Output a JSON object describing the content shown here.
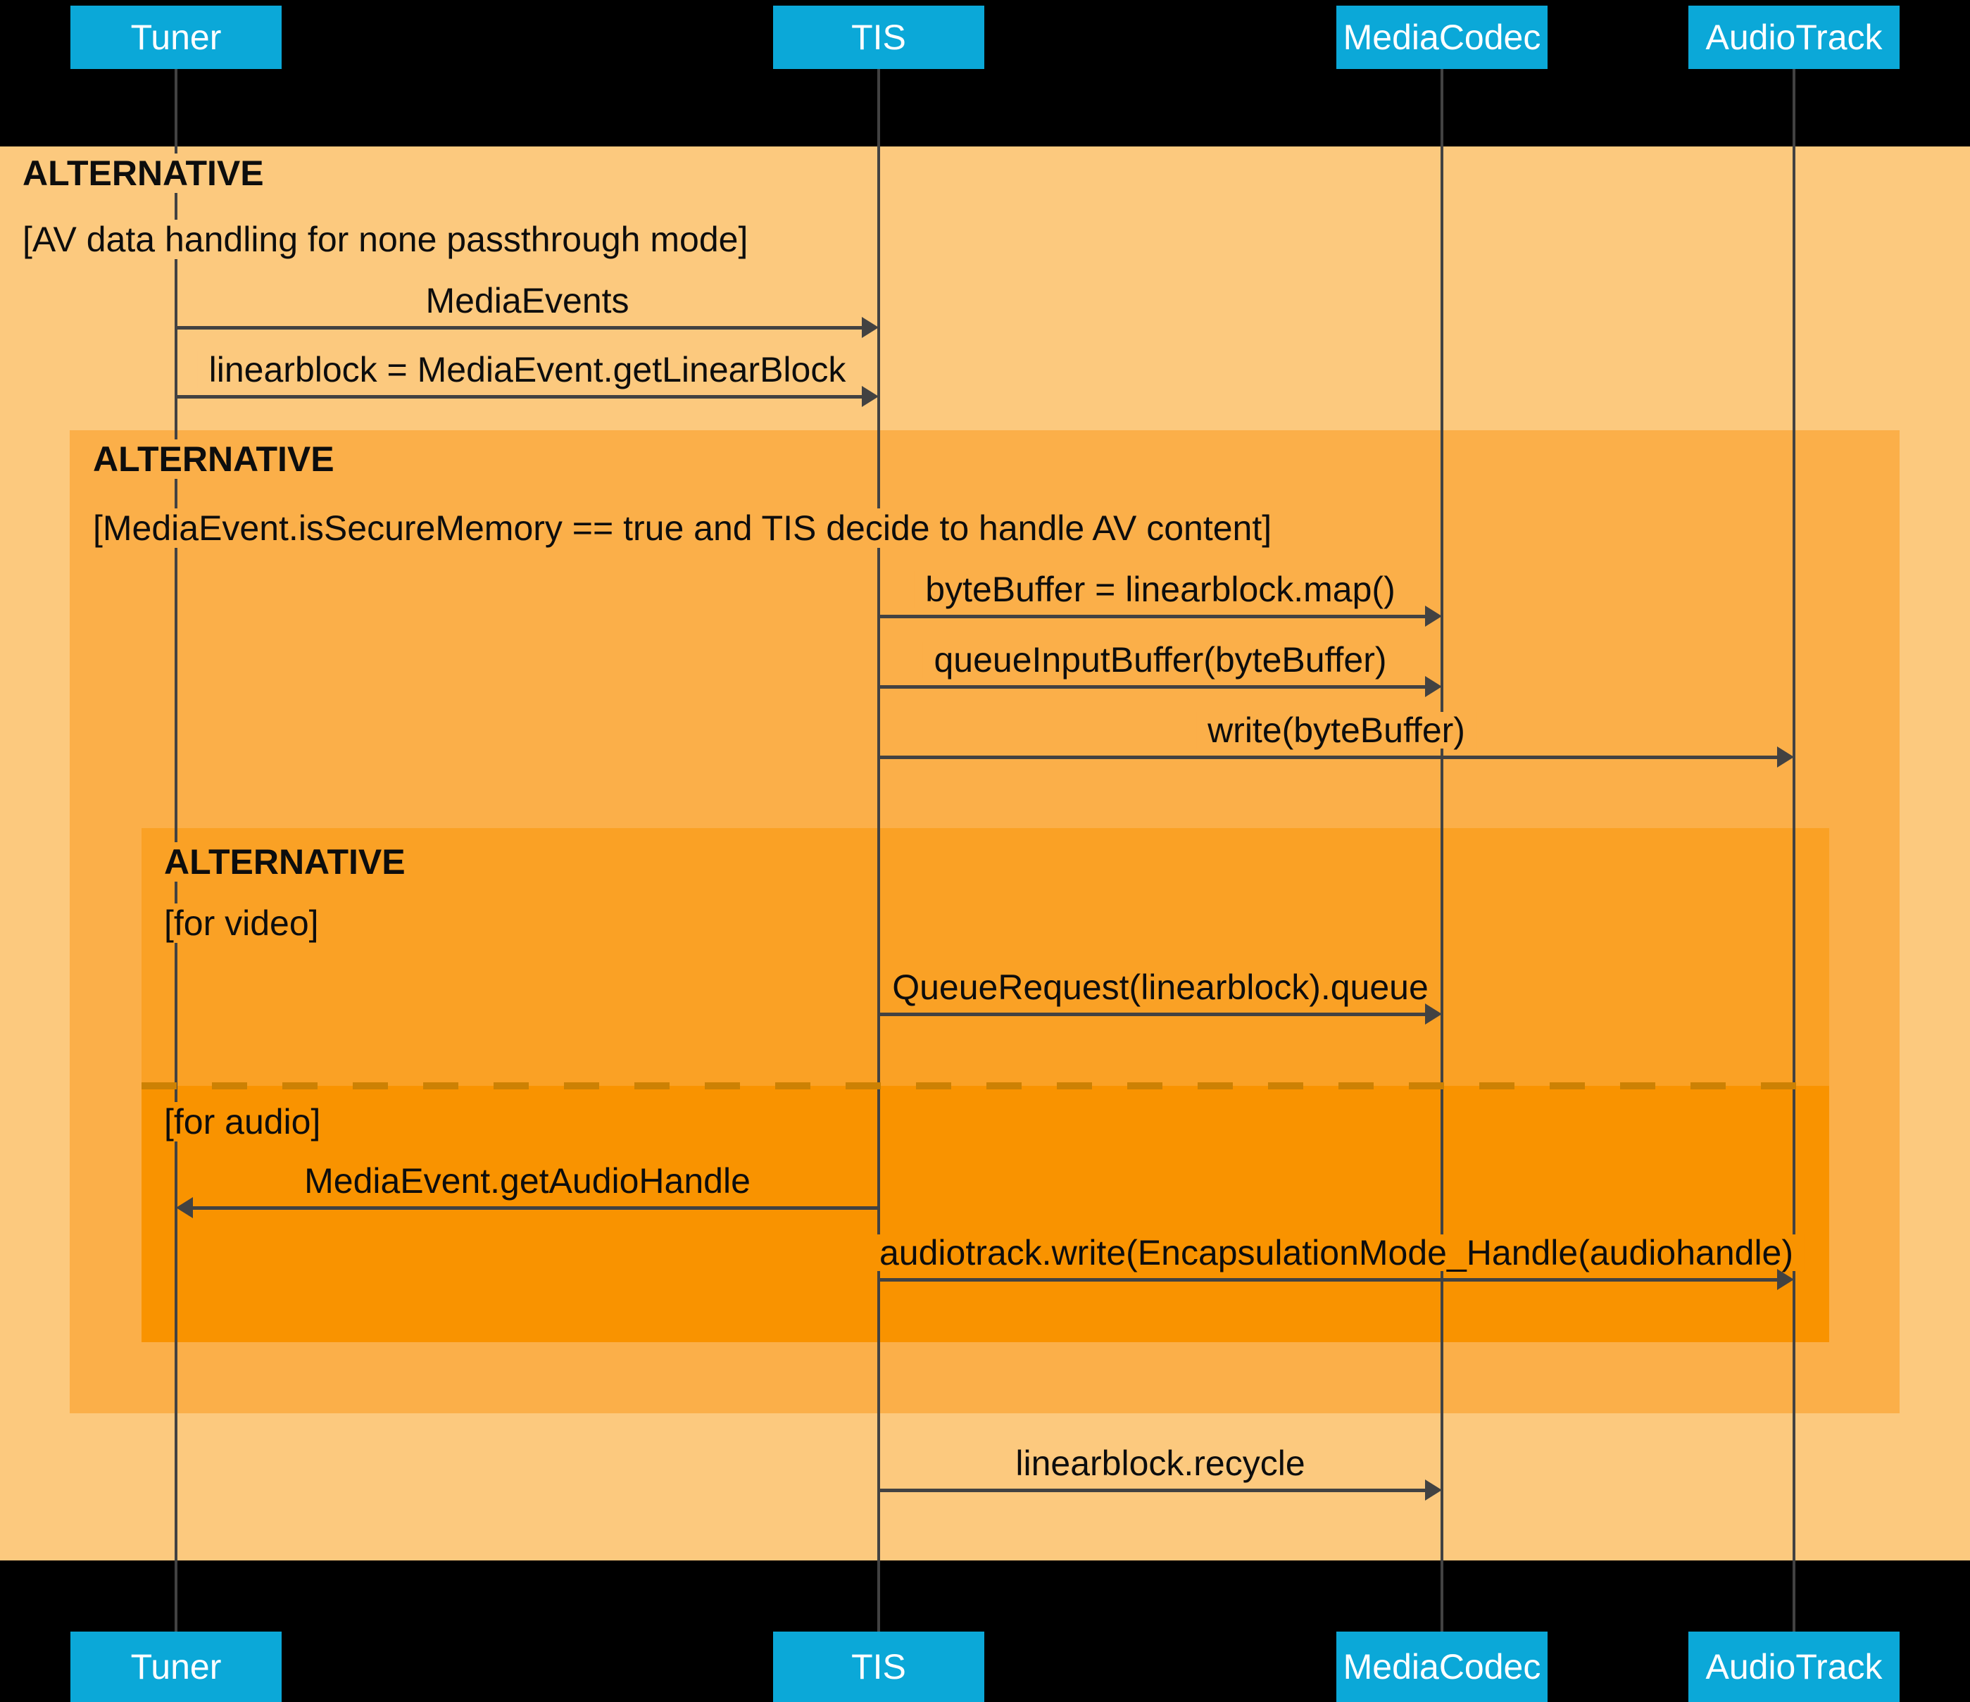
{
  "diagram_type": "uml-sequence-diagram",
  "participants": [
    {
      "name": "Tuner"
    },
    {
      "name": "TIS"
    },
    {
      "name": "MediaCodec"
    },
    {
      "name": "AudioTrack"
    }
  ],
  "frames": {
    "outer": {
      "label": "ALTERNATIVE",
      "condition": "[AV data handling for none passthrough mode]"
    },
    "secure": {
      "label": "ALTERNATIVE",
      "condition": "[MediaEvent.isSecureMemory == true and TIS decide to handle AV content]"
    },
    "av": {
      "label": "ALTERNATIVE",
      "video_condition": "[for video]",
      "audio_condition": "[for audio]"
    }
  },
  "messages": [
    {
      "label": "MediaEvents",
      "from": "Tuner",
      "to": "TIS"
    },
    {
      "label": "linearblock = MediaEvent.getLinearBlock",
      "from": "Tuner",
      "to": "TIS"
    },
    {
      "label": "byteBuffer = linearblock.map()",
      "from": "TIS",
      "to": "MediaCodec"
    },
    {
      "label": "queueInputBuffer(byteBuffer)",
      "from": "TIS",
      "to": "MediaCodec"
    },
    {
      "label": "write(byteBuffer)",
      "from": "TIS",
      "to": "AudioTrack"
    },
    {
      "label": "QueueRequest(linearblock).queue",
      "from": "TIS",
      "to": "MediaCodec"
    },
    {
      "label": "MediaEvent.getAudioHandle",
      "from": "TIS",
      "to": "Tuner"
    },
    {
      "label": "audiotrack.write(EncapsulationMode_Handle(audiohandle)",
      "from": "TIS",
      "to": "AudioTrack"
    },
    {
      "label": "linearblock.recycle",
      "from": "TIS",
      "to": "MediaCodec"
    }
  ],
  "colors": {
    "background": "#000000",
    "participant_box": "#0BA8D8",
    "participant_text": "#FFFFFF",
    "frame_outer": "#FCC97E",
    "frame_secure": "#FBAF49",
    "frame_av_video": "#FAA125",
    "frame_av_audio": "#F99300",
    "dashed_divider": "#CC8104",
    "lines_and_arrows": "#424242",
    "text": "#0D0D0D"
  }
}
